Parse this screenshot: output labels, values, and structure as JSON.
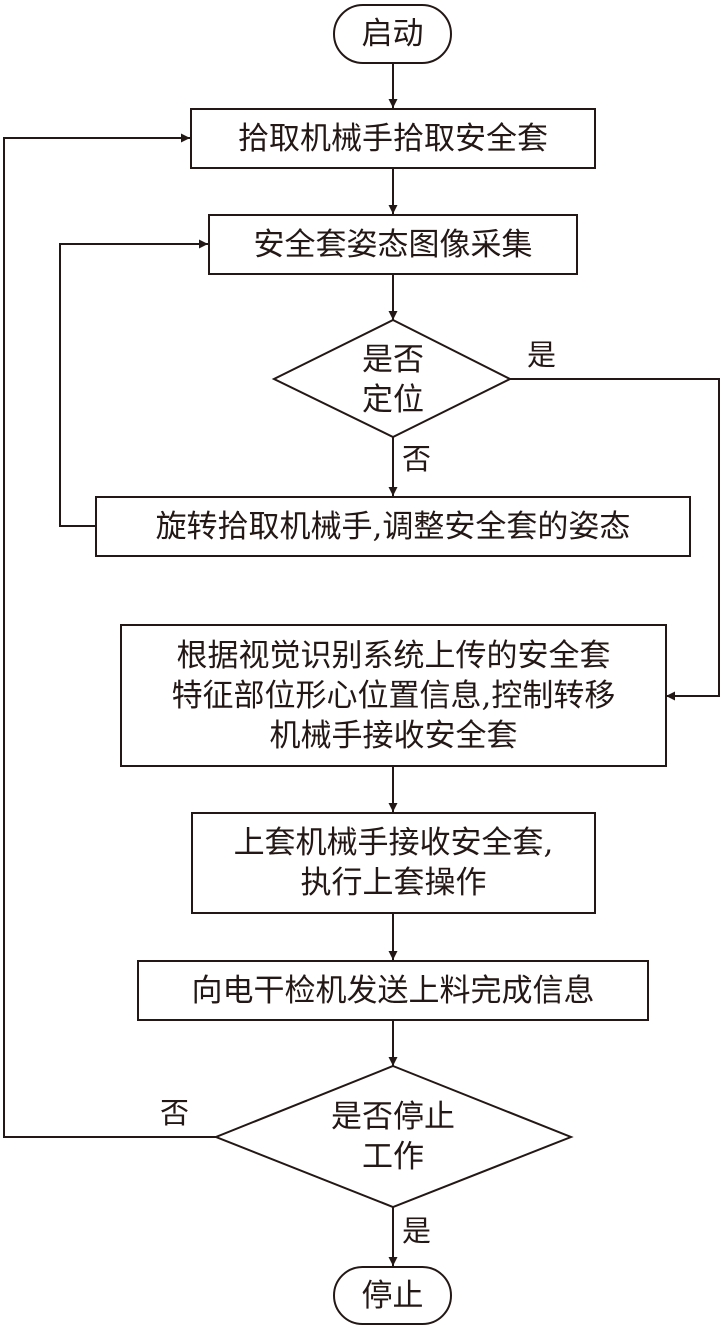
{
  "flowchart": {
    "start": "启动",
    "step_pick": "拾取机械手拾取安全套",
    "step_capture": "安全套姿态图像采集",
    "decision_located": {
      "line1": "是否",
      "line2": "定位"
    },
    "label_located_yes": "是",
    "label_located_no": "否",
    "step_rotate": "旋转拾取机械手,调整安全套的姿态",
    "step_transfer": {
      "line1": "根据视觉识别系统上传的安全套",
      "line2": "特征部位形心位置信息,控制转移",
      "line3": "机械手接收安全套"
    },
    "step_mount": {
      "line1": "上套机械手接收安全套,",
      "line2": "执行上套操作"
    },
    "step_notify": "向电干检机发送上料完成信息",
    "decision_stop": {
      "line1": "是否停止",
      "line2": "工作"
    },
    "label_stop_no": "否",
    "label_stop_yes": "是",
    "end": "停止"
  }
}
